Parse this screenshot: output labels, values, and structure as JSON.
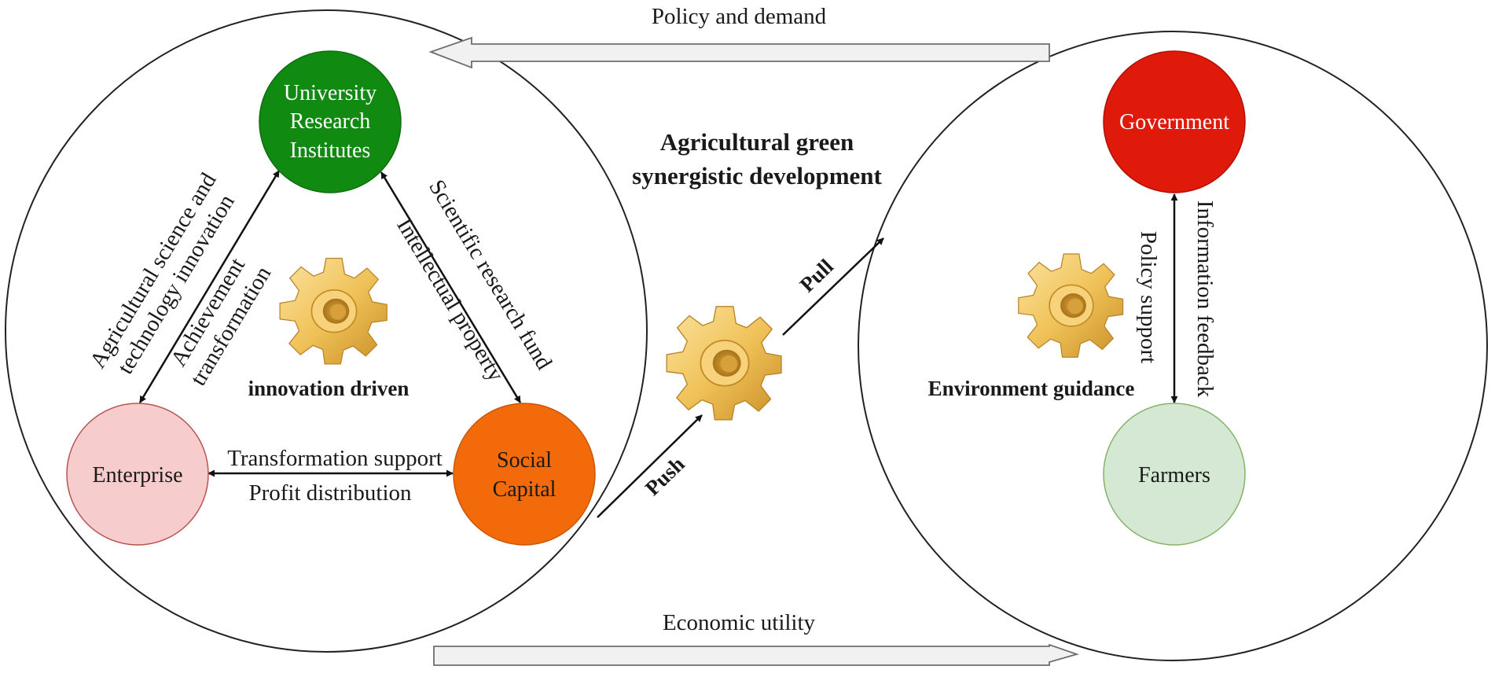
{
  "arrows": {
    "top_label": "Policy and demand",
    "bottom_label": "Economic utility"
  },
  "center": {
    "title_line1": "Agricultural green",
    "title_line2": "synergistic development",
    "push_label": "Push",
    "pull_label": "Pull"
  },
  "left_system": {
    "caption": "innovation driven",
    "nodes": {
      "university": [
        "University",
        "Research",
        "Institutes"
      ],
      "enterprise": "Enterprise",
      "social_capital": [
        "Social",
        "Capital"
      ]
    },
    "edges": {
      "univ_enterprise_outer": [
        "Agricultural science and",
        "technology innovation"
      ],
      "univ_enterprise_inner": [
        "Achievement",
        "transformation"
      ],
      "univ_social_outer": "Scientific research fund",
      "univ_social_inner": "Intellectual property",
      "ent_social_top": "Transformation support",
      "ent_social_bottom": "Profit distribution"
    }
  },
  "right_system": {
    "caption": "Environment guidance",
    "nodes": {
      "government": "Government",
      "farmers": "Farmers"
    },
    "edges": {
      "left": "Policy support",
      "right": "Information feedback"
    }
  },
  "colors": {
    "university": "#118a11",
    "social_capital": "#f26a0a",
    "enterprise": "#f6cccc",
    "government": "#e01a0a",
    "farmers": "#d5e8d4",
    "gear": "#e8b94a",
    "block_arrow_fill": "#f1f1f1"
  }
}
